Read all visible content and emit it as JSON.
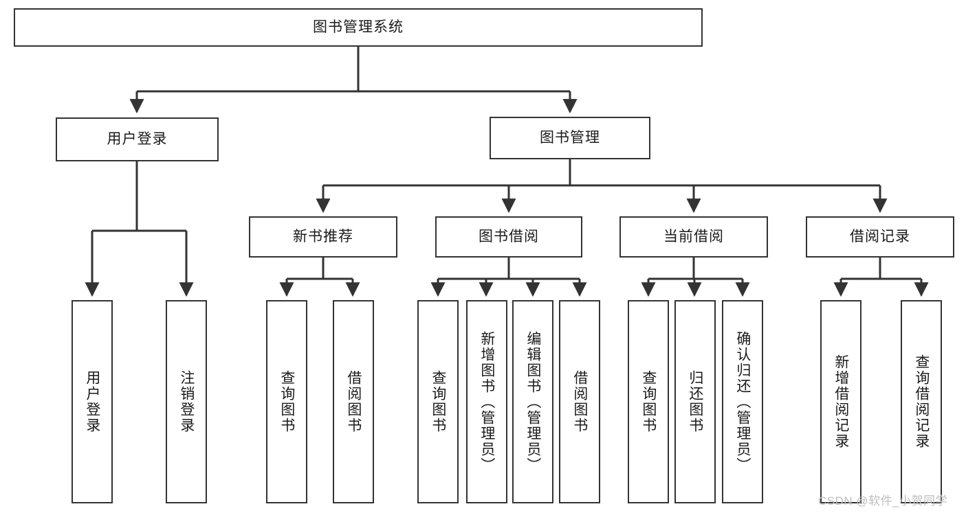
{
  "diagram": {
    "title": "图书管理系统",
    "type": "tree",
    "theme": {
      "stroke": "#333333",
      "fill": "#ffffff",
      "text": "#1a1a1a",
      "watermark_color": "#bdbdbd"
    },
    "levels": {
      "root": {
        "label": "图书管理系统"
      },
      "level2": [
        {
          "label": "用户登录"
        },
        {
          "label": "图书管理"
        }
      ],
      "level3": [
        {
          "label": "新书推荐"
        },
        {
          "label": "图书借阅"
        },
        {
          "label": "当前借阅"
        },
        {
          "label": "借阅记录"
        }
      ],
      "leaves": {
        "user_login": [
          {
            "label": "用户登录"
          },
          {
            "label": "注销登录"
          }
        ],
        "new_book_recommend": [
          {
            "label": "查询图书"
          },
          {
            "label": "借阅图书"
          }
        ],
        "book_borrow": [
          {
            "label": "查询图书"
          },
          {
            "label": "新增图书（管理员）"
          },
          {
            "label": "编辑图书（管理员）"
          },
          {
            "label": "借阅图书"
          }
        ],
        "current_borrow": [
          {
            "label": "查询图书"
          },
          {
            "label": "归还图书"
          },
          {
            "label": "确认归还（管理员）"
          }
        ],
        "borrow_record": [
          {
            "label": "新增借阅记录"
          },
          {
            "label": "查询借阅记录"
          }
        ]
      }
    },
    "watermark": "CSDN @软件_小贺同学"
  }
}
